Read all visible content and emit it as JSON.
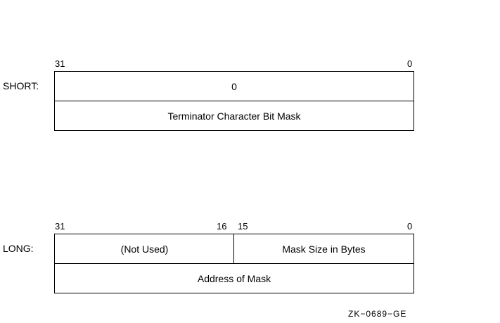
{
  "short": {
    "label": "SHORT:",
    "bit_high": "31",
    "bit_low": "0",
    "row1": "0",
    "row2": "Terminator Character Bit Mask"
  },
  "long": {
    "label": "LONG:",
    "bit_high": "31",
    "bit_mid_high": "16",
    "bit_mid_low": "15",
    "bit_low": "0",
    "row1_left": "(Not Used)",
    "row1_right": "Mask Size in Bytes",
    "row2": "Address of Mask"
  },
  "figure_id": "ZK−0689−GE"
}
